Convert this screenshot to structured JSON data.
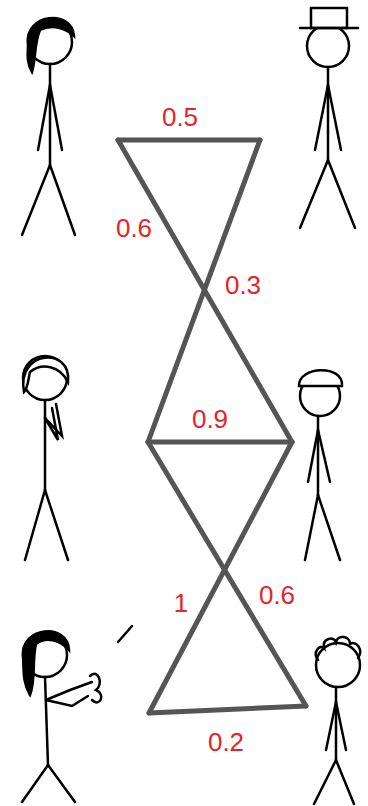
{
  "diagram": {
    "labels": [
      "0.5",
      "0.6",
      "0.3",
      "0.9",
      "1",
      "0.6",
      "0.2"
    ]
  }
}
